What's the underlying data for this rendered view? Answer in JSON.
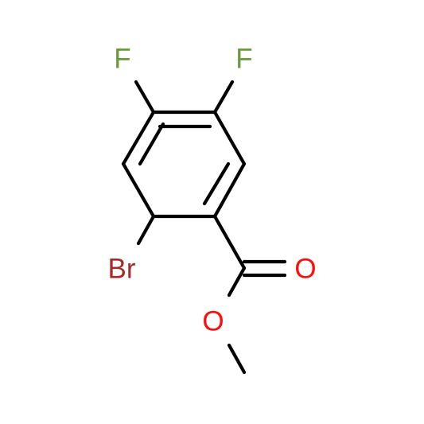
{
  "molecule": {
    "atoms": {
      "f1": {
        "symbol": "F",
        "color": "#6a9a3c"
      },
      "f2": {
        "symbol": "F",
        "color": "#6a9a3c"
      },
      "br": {
        "symbol": "Br",
        "color": "#a52a2a"
      },
      "o_carbonyl": {
        "symbol": "O",
        "color": "#ff0d0d"
      },
      "o_ester": {
        "symbol": "O",
        "color": "#ff0d0d"
      }
    },
    "bond_color": "#000000"
  }
}
